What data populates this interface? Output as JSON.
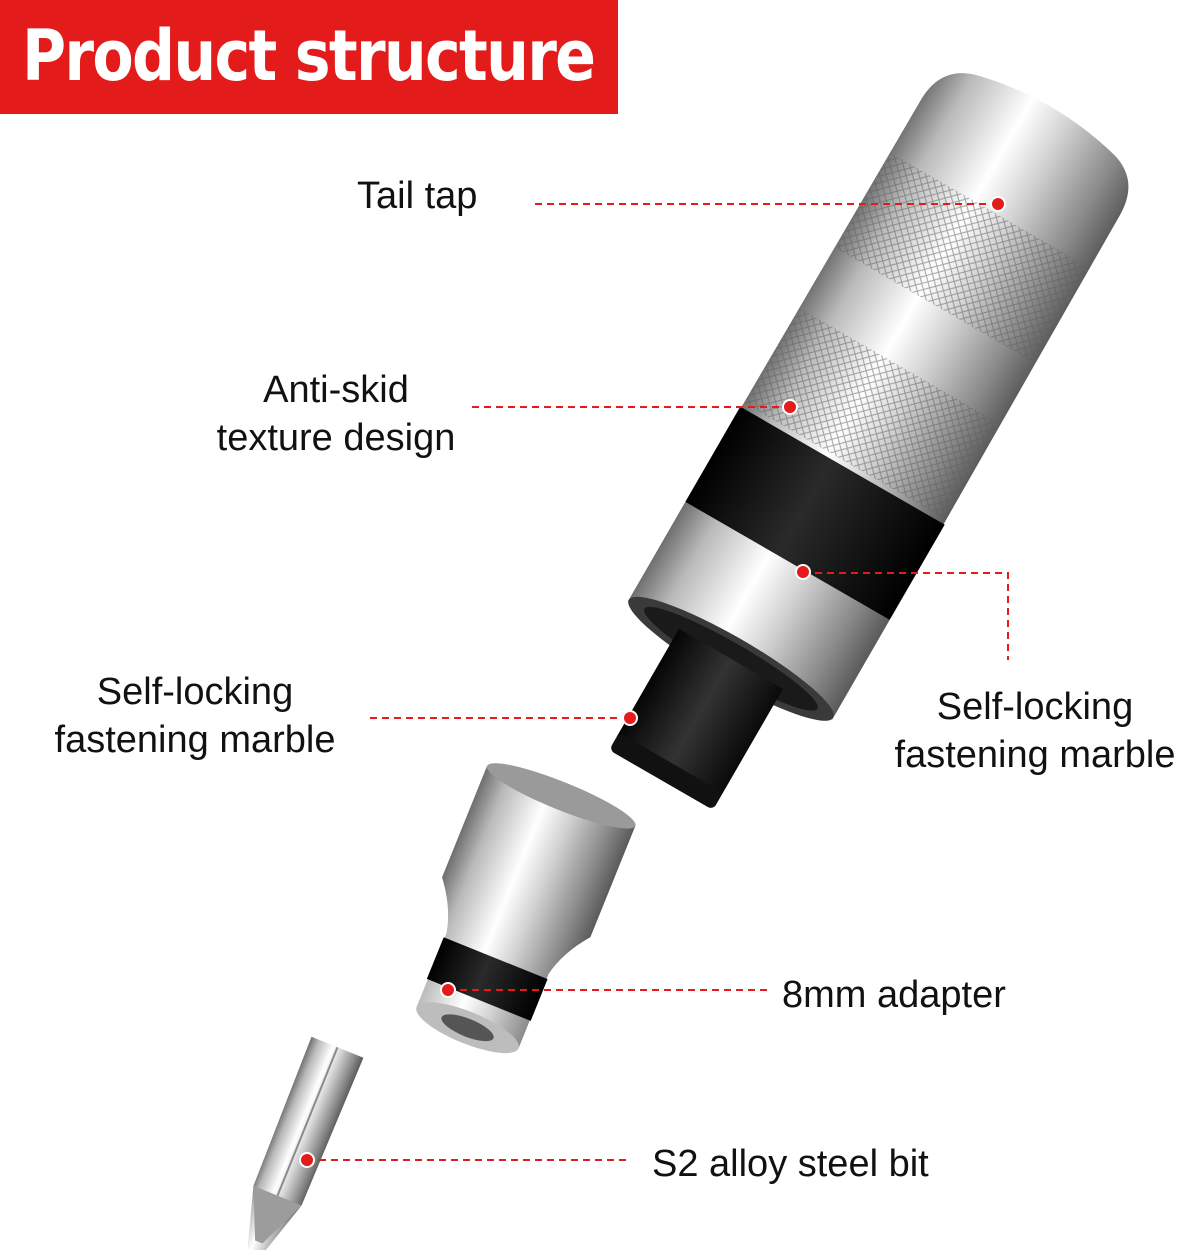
{
  "banner": {
    "title": "Product structure",
    "color": "#e31b1b"
  },
  "accent_color": "#e31b1b",
  "callouts": {
    "tail_tap": {
      "text": "Tail tap"
    },
    "anti_skid": {
      "line1": "Anti-skid",
      "line2": "texture design"
    },
    "marble_left": {
      "line1": "Self-locking",
      "line2": "fastening marble"
    },
    "marble_right": {
      "line1": "Self-locking",
      "line2": "fastening marble"
    },
    "adapter": {
      "text": "8mm adapter"
    },
    "bit": {
      "text": "S2 alloy steel bit"
    }
  }
}
